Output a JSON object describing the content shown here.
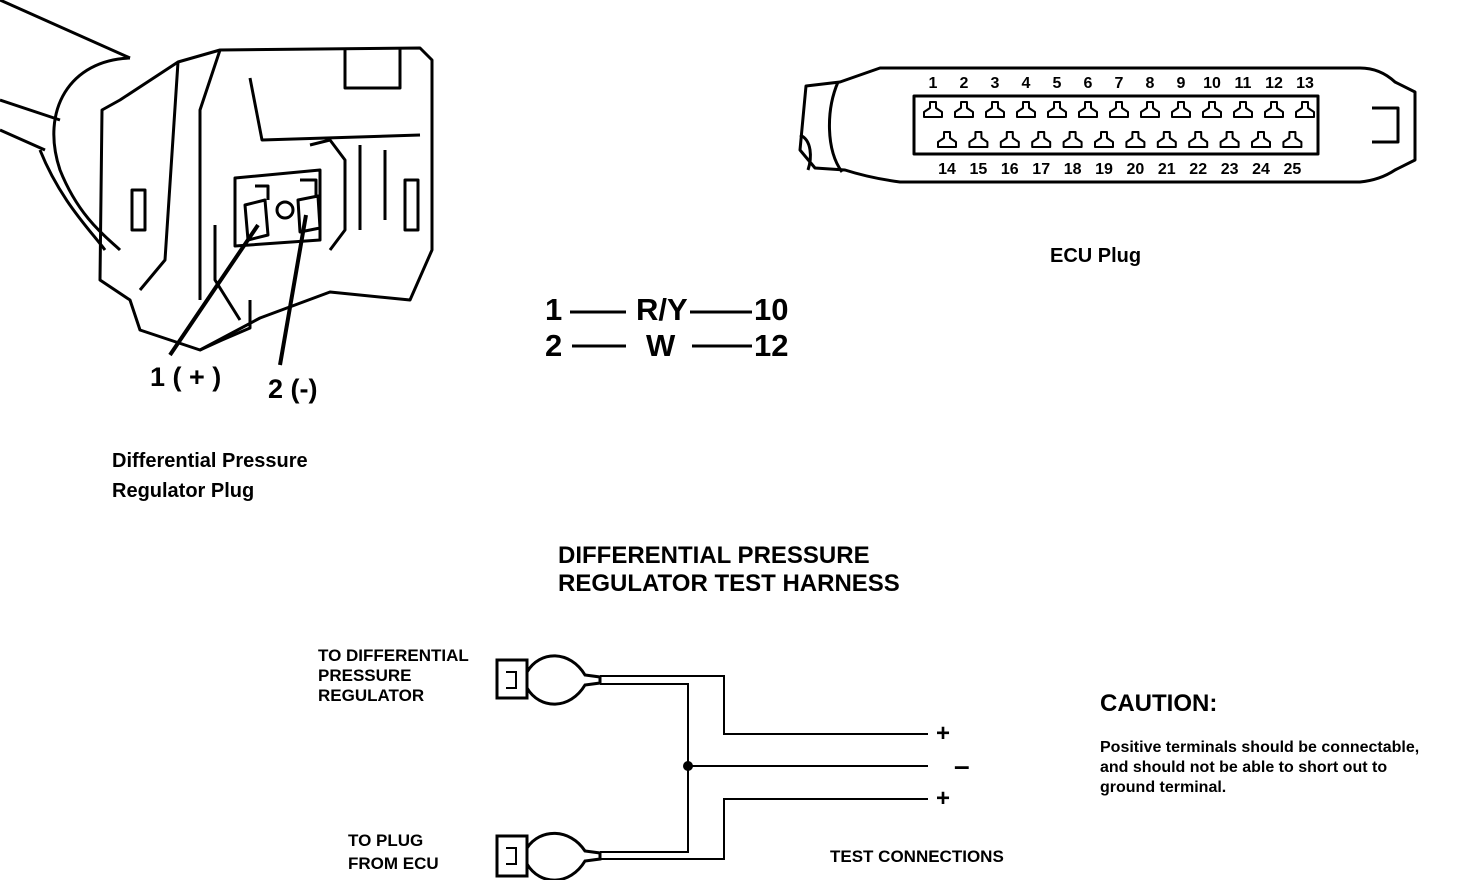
{
  "regulator_plug": {
    "pin1_label": "1 ( + )",
    "pin2_label": "2 (-)",
    "caption_line1": "Differential Pressure",
    "caption_line2": "Regulator Plug"
  },
  "ecu_plug": {
    "caption": "ECU Plug",
    "top_row_pins": [
      "1",
      "2",
      "3",
      "4",
      "5",
      "6",
      "7",
      "8",
      "9",
      "10",
      "11",
      "12",
      "13"
    ],
    "bottom_row_pins": [
      "14",
      "15",
      "16",
      "17",
      "18",
      "19",
      "20",
      "21",
      "22",
      "23",
      "24",
      "25"
    ]
  },
  "wiring": {
    "row1": {
      "from": "1",
      "color": "R/Y",
      "to": "10"
    },
    "row2": {
      "from": "2",
      "color": "W",
      "to": "12"
    }
  },
  "harness": {
    "title_line1": "DIFFERENTIAL PRESSURE",
    "title_line2": "REGULATOR TEST HARNESS",
    "to_regulator_line1": "TO DIFFERENTIAL",
    "to_regulator_line2": "PRESSURE",
    "to_regulator_line3": "REGULATOR",
    "to_ecu_line1": "TO PLUG",
    "to_ecu_line2": "FROM  ECU",
    "plus_top": "+",
    "minus": "–",
    "plus_bottom": "+",
    "test_connections": "TEST CONNECTIONS"
  },
  "caution": {
    "title": "CAUTION:",
    "line1": "Positive terminals should be connectable,",
    "line2": "and should not be able to short out to",
    "line3": "ground terminal."
  }
}
